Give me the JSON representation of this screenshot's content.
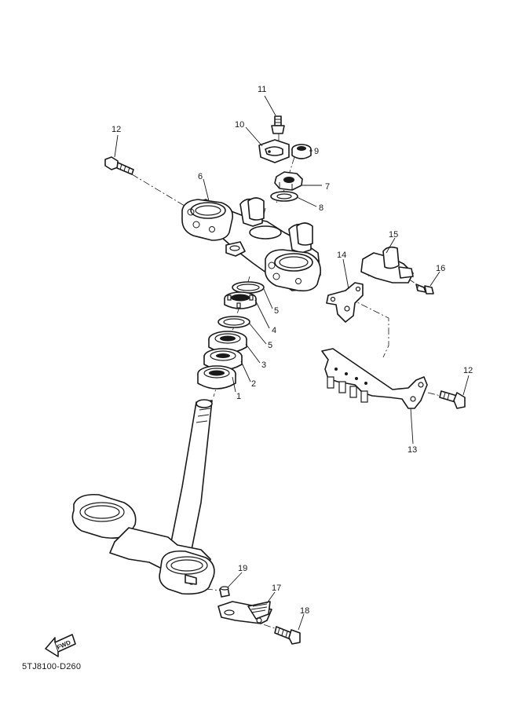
{
  "diagram": {
    "code": "5TJ8100-D260",
    "fwd_label": "FWD",
    "callouts": [
      "11",
      "10",
      "9",
      "12",
      "7",
      "6",
      "8",
      "15",
      "16",
      "14",
      "5",
      "4",
      "5",
      "3",
      "2",
      "1",
      "12",
      "13",
      "19",
      "17",
      "18"
    ]
  }
}
